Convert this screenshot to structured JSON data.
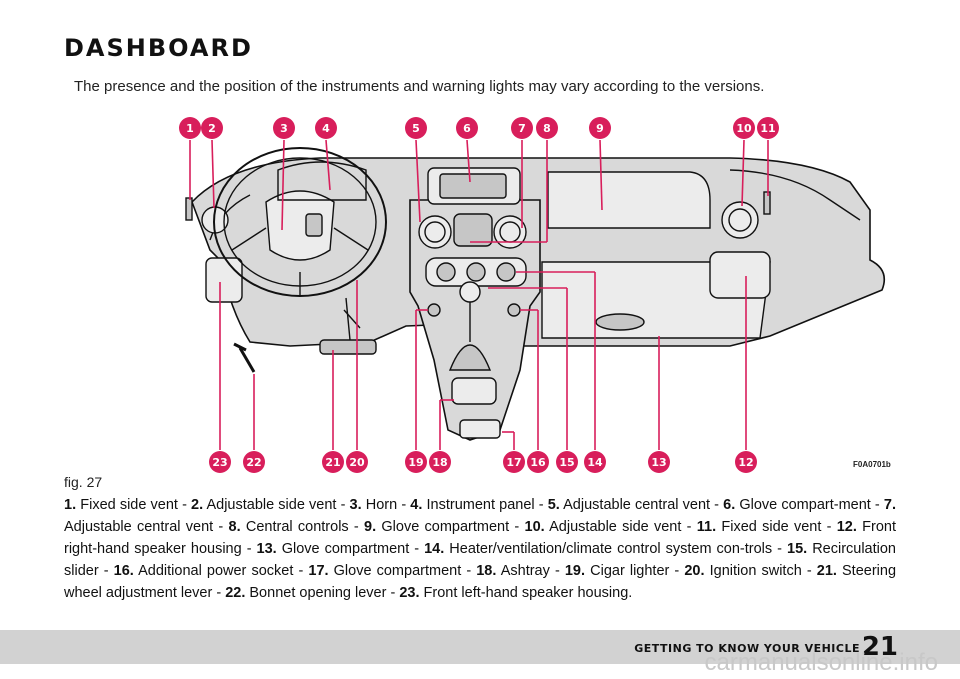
{
  "page": {
    "title": "DASHBOARD",
    "subtitle": "The presence and the position of the instruments and warning lights may vary according to the versions.",
    "fig_label": "fig. 27",
    "fig_code": "F0A0701b",
    "footer_text": "GETTING TO KNOW YOUR VEHICLE",
    "page_number": "21",
    "watermark": "carmanualsonline.info"
  },
  "callouts_top": [
    "1",
    "2",
    "3",
    "4",
    "5",
    "6",
    "7",
    "8",
    "9",
    "10",
    "11"
  ],
  "callouts_bottom": [
    "23",
    "22",
    "21",
    "20",
    "19",
    "18",
    "17",
    "16",
    "15",
    "14",
    "13",
    "12"
  ],
  "badge_color": "#d81e5b",
  "legend": [
    {
      "num": "1.",
      "text": "Fixed side vent - "
    },
    {
      "num": "2.",
      "text": "Adjustable side vent - "
    },
    {
      "num": "3.",
      "text": "Horn - "
    },
    {
      "num": "4.",
      "text": "Instrument panel - "
    },
    {
      "num": "5.",
      "text": "Adjustable central vent - "
    },
    {
      "num": "6.",
      "text": "Glove compart-ment - "
    },
    {
      "num": "7.",
      "text": "Adjustable central vent - "
    },
    {
      "num": "8.",
      "text": "Central controls - "
    },
    {
      "num": "9.",
      "text": "Glove compartment - "
    },
    {
      "num": "10.",
      "text": "Adjustable side vent - "
    },
    {
      "num": "11.",
      "text": "Fixed side vent - "
    },
    {
      "num": "12.",
      "text": "Front right-hand speaker housing -"
    },
    {
      "num": "13.",
      "text": "Glove compartment - "
    },
    {
      "num": "14.",
      "text": "Heater/ventilation/climate control system con-trols - "
    },
    {
      "num": "15.",
      "text": "Recirculation slider - "
    },
    {
      "num": "16.",
      "text": "Additional power socket - "
    },
    {
      "num": "17.",
      "text": "Glove compartment - "
    },
    {
      "num": "18.",
      "text": "Ashtray - "
    },
    {
      "num": "19.",
      "text": "Cigar lighter - "
    },
    {
      "num": "20.",
      "text": "Ignition switch - "
    },
    {
      "num": "21.",
      "text": "Steering wheel adjustment lever - "
    },
    {
      "num": "22.",
      "text": "Bonnet opening lever - "
    },
    {
      "num": "23.",
      "text": "Front left-hand speaker housing."
    }
  ]
}
